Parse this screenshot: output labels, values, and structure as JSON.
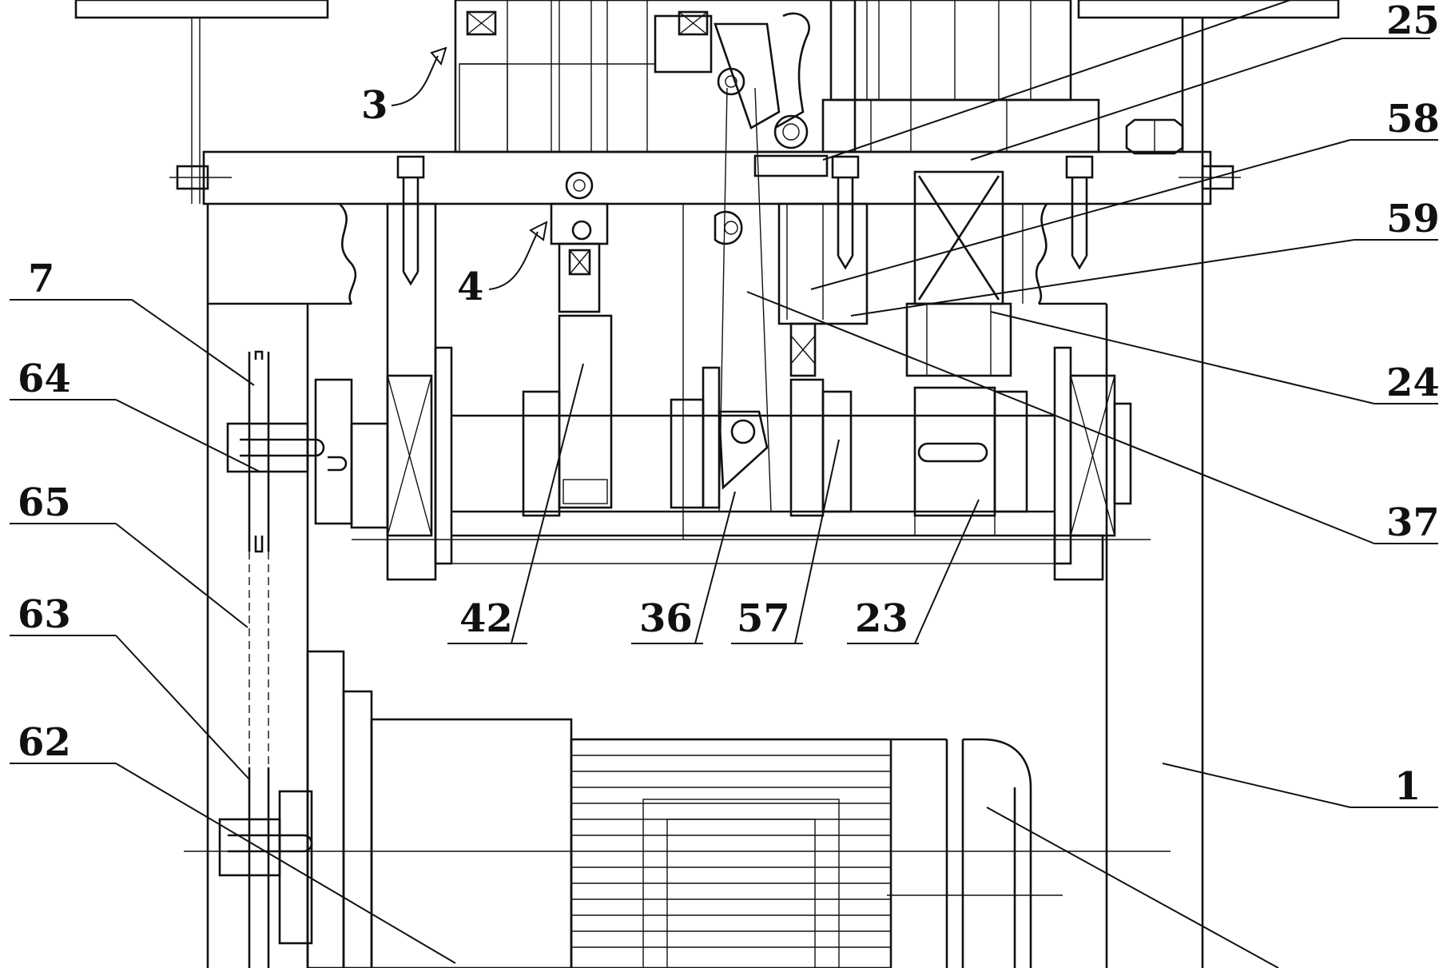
{
  "labels": [
    {
      "id": "3",
      "text": "3"
    },
    {
      "id": "4",
      "text": "4"
    },
    {
      "id": "7",
      "text": "7"
    },
    {
      "id": "64",
      "text": "64"
    },
    {
      "id": "65",
      "text": "65"
    },
    {
      "id": "63",
      "text": "63"
    },
    {
      "id": "62",
      "text": "62"
    },
    {
      "id": "42",
      "text": "42"
    },
    {
      "id": "36",
      "text": "36"
    },
    {
      "id": "57",
      "text": "57"
    },
    {
      "id": "23",
      "text": "23"
    },
    {
      "id": "25",
      "text": "25"
    },
    {
      "id": "58",
      "text": "58"
    },
    {
      "id": "59",
      "text": "59"
    },
    {
      "id": "24",
      "text": "24"
    },
    {
      "id": "37",
      "text": "37"
    },
    {
      "id": "1",
      "text": "1"
    }
  ]
}
